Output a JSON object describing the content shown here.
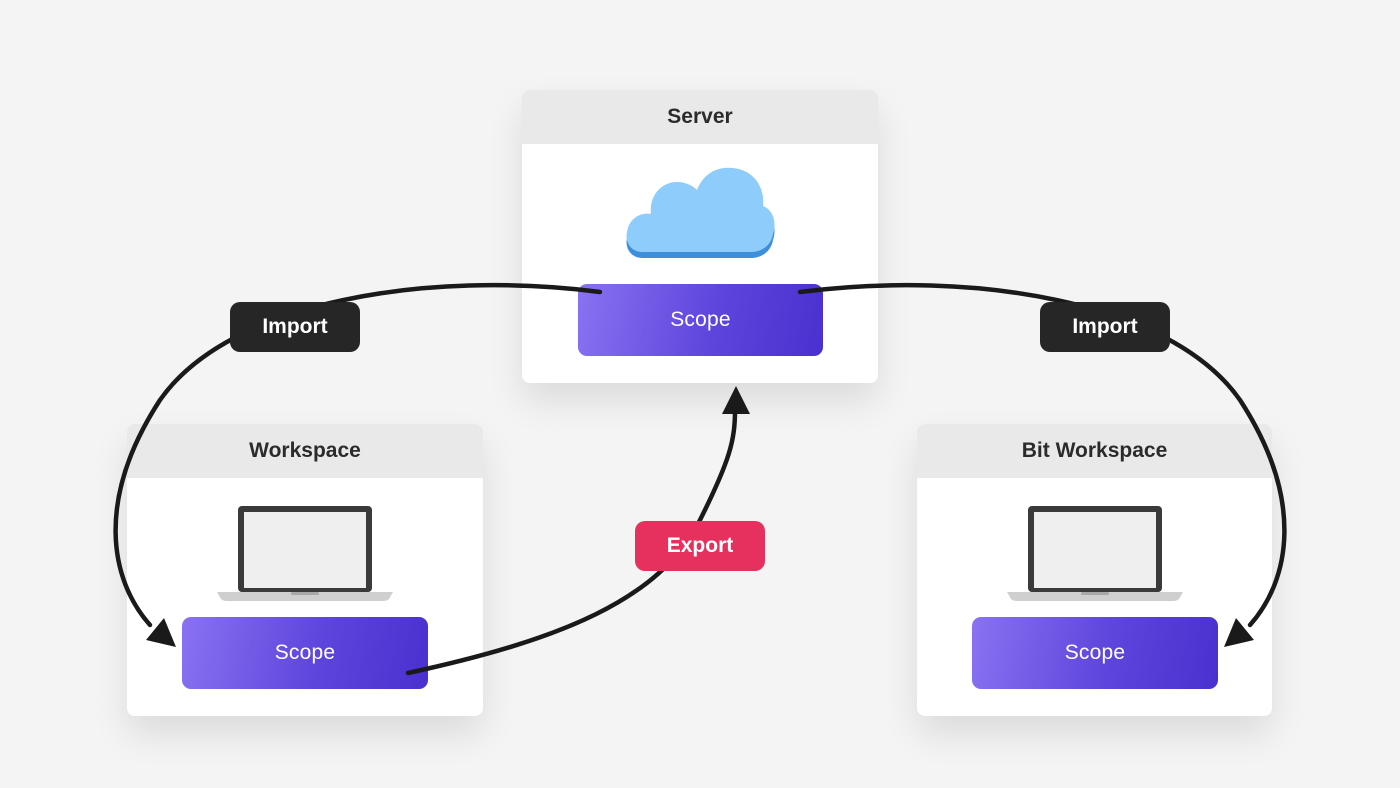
{
  "nodes": {
    "server": {
      "title": "Server",
      "scope_label": "Scope",
      "icon": "cloud-icon"
    },
    "workspace": {
      "title": "Workspace",
      "scope_label": "Scope",
      "icon": "laptop-icon"
    },
    "bit_workspace": {
      "title": "Bit Workspace",
      "scope_label": "Scope",
      "icon": "laptop-icon"
    }
  },
  "edges": [
    {
      "label": "Import",
      "from": "server",
      "to": "workspace"
    },
    {
      "label": "Import",
      "from": "server",
      "to": "bit_workspace"
    },
    {
      "label": "Export",
      "from": "workspace",
      "to": "server"
    }
  ],
  "colors": {
    "background": "#f4f4f4",
    "header": "#e9e9e9",
    "scope_gradient_start": "#8a72f2",
    "scope_gradient_end": "#4a30cf",
    "import_tag": "#262626",
    "export_tag": "#e6315e",
    "cloud": "#8ecdfb",
    "arrow": "#1a1a1a"
  }
}
